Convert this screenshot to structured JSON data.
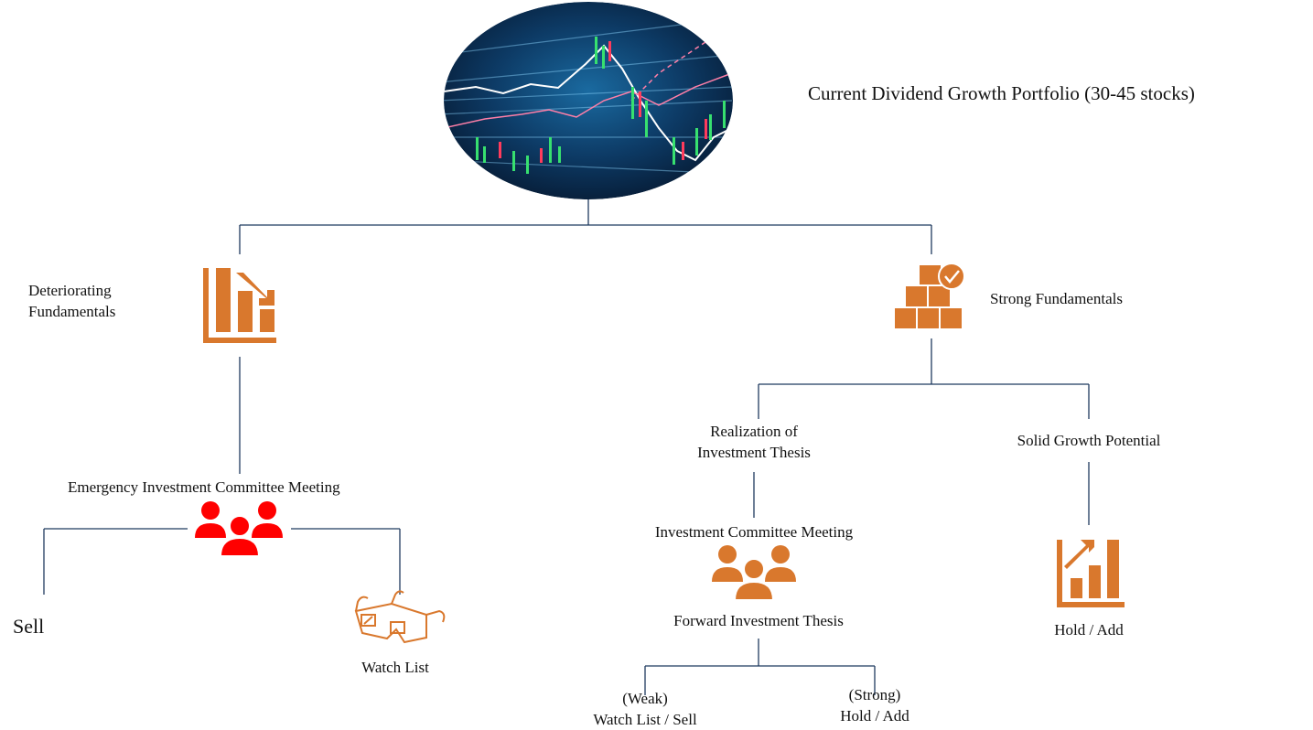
{
  "title": "Current Dividend Growth Portfolio (30-45 stocks)",
  "colors": {
    "connector": "#1f3a5f",
    "icon_orange": "#d9782d",
    "icon_red": "#ff0000"
  },
  "icons": {
    "hero": "stock-chart-image",
    "left": "declining-bar-chart-icon",
    "right": "boxes-checkmark-icon",
    "emergency": "people-group-icon",
    "committee": "people-group-icon",
    "watch": "3d-glasses-icon",
    "growth": "rising-bar-chart-icon"
  },
  "nodes": {
    "deteriorating": {
      "line1": "Deteriorating",
      "line2": "Fundamentals"
    },
    "strong": "Strong Fundamentals",
    "emergency_meeting": "Emergency Investment Committee Meeting",
    "sell": "Sell",
    "watch_list": "Watch List",
    "realization": {
      "line1": "Realization of",
      "line2": "Investment Thesis"
    },
    "solid_growth": "Solid Growth Potential",
    "committee_meeting": "Investment Committee Meeting",
    "forward_thesis": "Forward Investment Thesis",
    "hold_add": "Hold / Add",
    "weak": {
      "line1": "(Weak)",
      "line2": "Watch List / Sell"
    },
    "strong_outcome": {
      "line1": "(Strong)",
      "line2": "Hold / Add"
    }
  }
}
